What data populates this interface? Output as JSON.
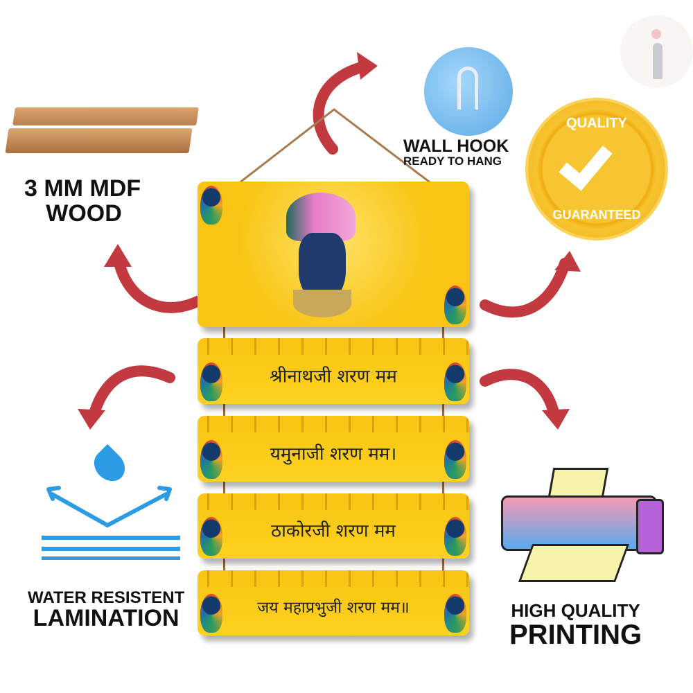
{
  "features": {
    "wood": {
      "line1": "3 MM MDF",
      "line2": "WOOD"
    },
    "hook": {
      "line1": "WALL HOOK",
      "line2": "READY TO HANG"
    },
    "quality": {
      "top": "QUALITY",
      "bottom": "GUARANTEED"
    },
    "lamination": {
      "line1": "WATER RESISTENT",
      "line2": "LAMINATION"
    },
    "printing": {
      "line1": "HIGH QUALITY",
      "line2": "PRINTING"
    }
  },
  "plaques": [
    "श्रीनाथजी शरण मम",
    "यमुनाजी शरण मम।",
    "ठाकोरजी शरण मम",
    "जय महाप्रभुजी शरण मम॥"
  ],
  "colors": {
    "arrow": "#c2393f",
    "plaque": "#fbc81a",
    "hook": "#6fb8ee",
    "badge": "#f2b515"
  }
}
